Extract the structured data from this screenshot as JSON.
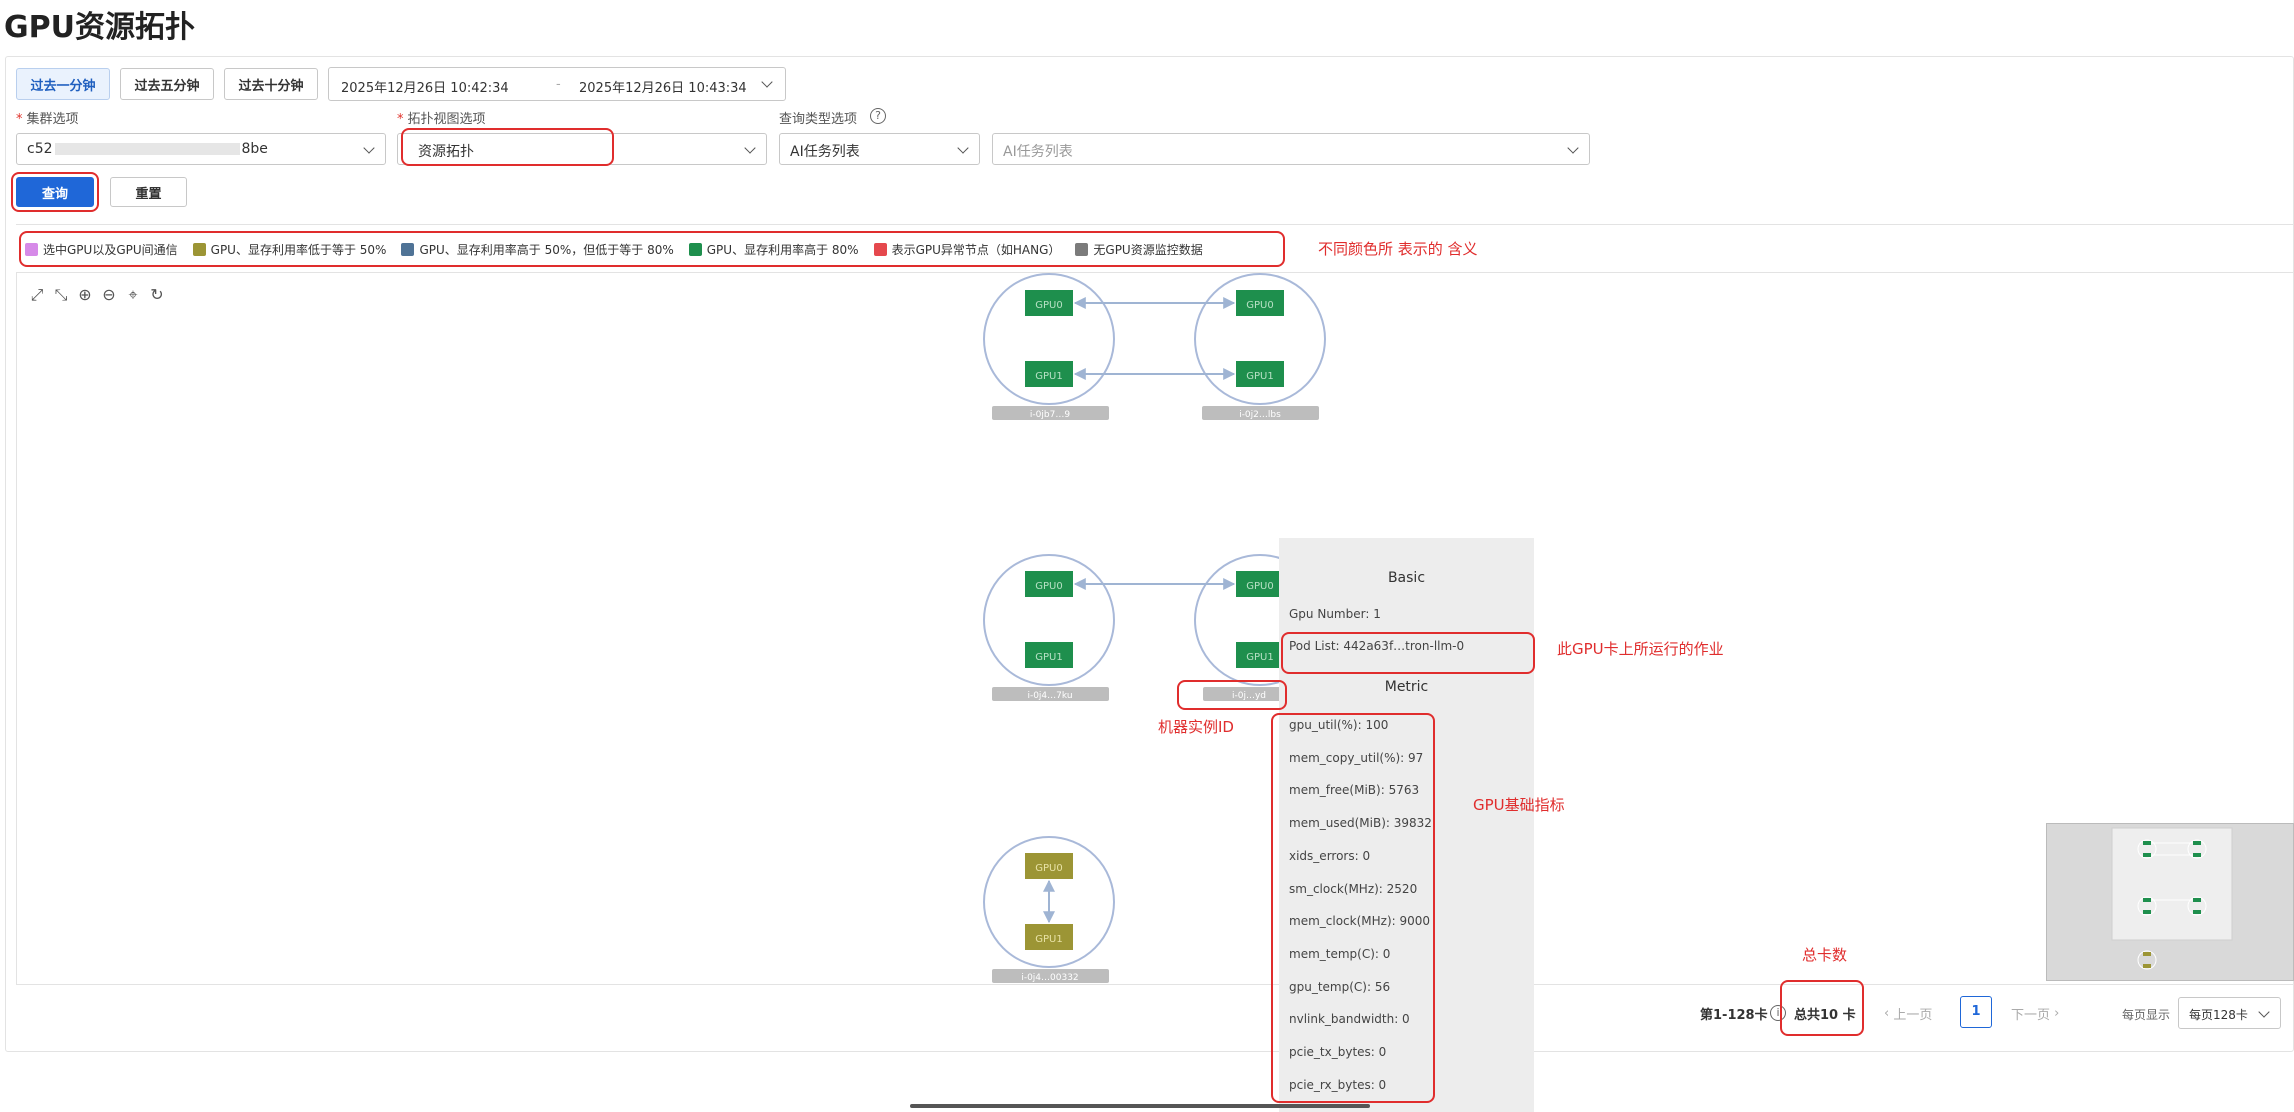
{
  "page": {
    "title": "GPU资源拓扑"
  },
  "time_buttons": [
    "过去一分钟",
    "过去五分钟",
    "过去十分钟"
  ],
  "date_range": {
    "start": "2025年12月26日 10:42:34",
    "separator": "-",
    "end": "2025年12月26日 10:43:34"
  },
  "filters": {
    "cluster": {
      "label": "集群选项",
      "required_mark": "*",
      "value_prefix": "c52",
      "value_suffix": "8be"
    },
    "topology": {
      "label": "拓扑视图选项",
      "required_mark": "*",
      "value": "资源拓扑"
    },
    "query_type": {
      "label": "查询类型选项",
      "value": "AI任务列表",
      "help": "?"
    },
    "task_list": {
      "placeholder": "AI任务列表"
    }
  },
  "actions": {
    "query": "查询",
    "reset": "重置"
  },
  "legend": [
    {
      "label": "选中GPU以及GPU间通信",
      "color": "#d68ae8"
    },
    {
      "label": "GPU、显存利用率低于等于 50%",
      "color": "#9c9535"
    },
    {
      "label": "GPU、显存利用率高于 50%，但低于等于 80%",
      "color": "#4f7396"
    },
    {
      "label": "GPU、显存利用率高于 80%",
      "color": "#1e8f4d"
    },
    {
      "label": "表示GPU异常节点（如HANG）",
      "color": "#e5484d"
    },
    {
      "label": "无GPU资源监控数据",
      "color": "#7b7b7b"
    }
  ],
  "annotations": {
    "legend_meaning": "不同颜色所 表示的 含义",
    "pod_jobs": "此GPU卡上所运行的作业",
    "instance_id": "机器实例ID",
    "gpu_metrics": "GPU基础指标",
    "total_cards": "总卡数"
  },
  "toolbar": [
    "fit-view",
    "fullscreen",
    "zoom-in",
    "zoom-out",
    "locate",
    "refresh"
  ],
  "topology_nodes": [
    {
      "gpus": [
        "GPU0",
        "GPU1"
      ],
      "instance": "i-0jb7…9",
      "util": "high"
    },
    {
      "gpus": [
        "GPU0",
        "GPU1"
      ],
      "instance": "i-0j2…lbs",
      "util": "high"
    },
    {
      "gpus": [
        "GPU0",
        "GPU1"
      ],
      "instance": "i-0j4…7ku",
      "util": "high"
    },
    {
      "gpus": [
        "GPU0",
        "GPU1"
      ],
      "instance": "i-0j…yd",
      "util": "high"
    },
    {
      "gpus": [
        "GPU0",
        "GPU1"
      ],
      "instance": "i-0j4…00332",
      "util": "low"
    }
  ],
  "tooltip": {
    "basic_header": "Basic",
    "gpu_number": "Gpu Number: 1",
    "pod_list": "Pod List: 442a63f…tron-llm-0",
    "metric_header": "Metric",
    "metrics": [
      "gpu_util(%): 100",
      "mem_copy_util(%): 97",
      "mem_free(MiB): 5763",
      "mem_used(MiB): 39832",
      "xids_errors: 0",
      "sm_clock(MHz): 2520",
      "mem_clock(MHz): 9000",
      "mem_temp(C): 0",
      "gpu_temp(C): 56",
      "nvlink_bandwidth: 0",
      "pcie_tx_bytes: 0",
      "pcie_rx_bytes: 0"
    ]
  },
  "pagination": {
    "range": "第1-128卡",
    "total": "总共10 卡",
    "prev": "上一页",
    "current": "1",
    "next": "下一页",
    "page_size_label": "每页显示",
    "page_size": "每页128卡"
  },
  "colors": {
    "high": "#1e8f4d",
    "low": "#9c9535",
    "accent": "#1f67d8",
    "annotation": "#e02d2d"
  }
}
